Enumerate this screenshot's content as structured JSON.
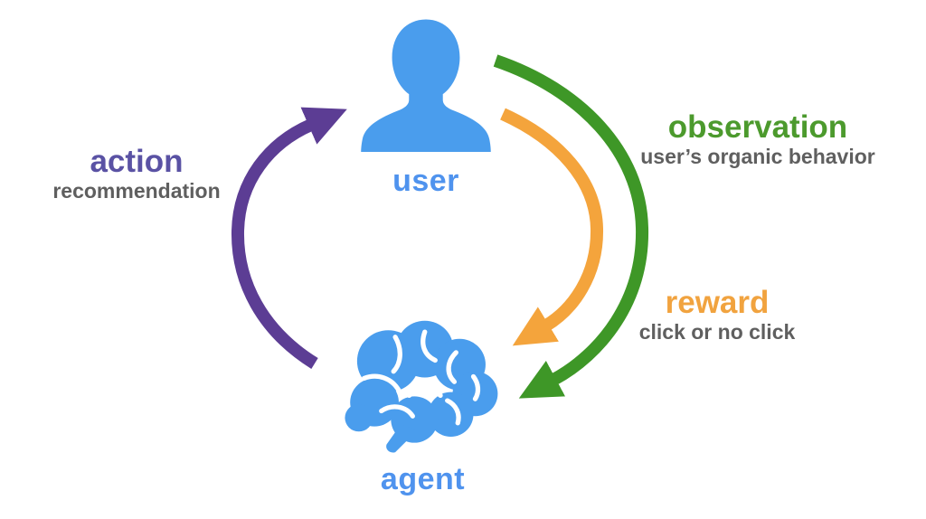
{
  "diagram": {
    "background": "#FFFFFF",
    "nodes": {
      "user": {
        "label": "user",
        "icon": "person-silhouette-icon",
        "icon_color": "#4A9DED",
        "label_color": "#4F93EE"
      },
      "agent": {
        "label": "agent",
        "icon": "brain-icon",
        "icon_color": "#4A9DED",
        "label_color": "#4F93EE"
      }
    },
    "edges": {
      "action": {
        "label": "action",
        "sublabel": "recommendation",
        "from": "agent",
        "to": "user",
        "color": "#5C3D94",
        "label_color": "#5A52A4"
      },
      "observation": {
        "label": "observation",
        "sublabel": "user’s organic behavior",
        "from": "user",
        "to": "agent",
        "color": "#3E9727",
        "label_color": "#4C9A2D"
      },
      "reward": {
        "label": "reward",
        "sublabel": "click or no click",
        "from": "user",
        "to": "agent",
        "color": "#F4A43C",
        "label_color": "#F1A33F"
      }
    },
    "sublabel_color": "#5F5F5F"
  }
}
